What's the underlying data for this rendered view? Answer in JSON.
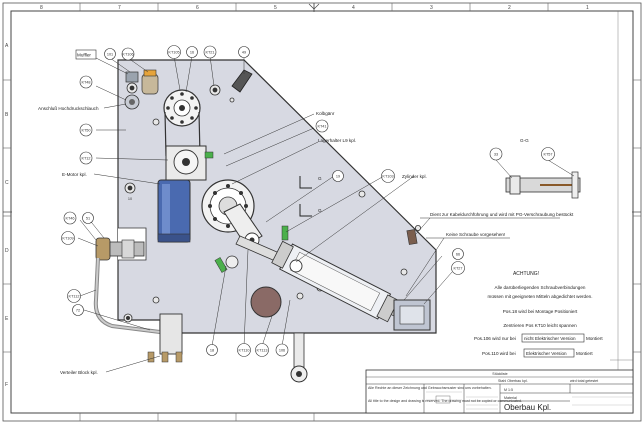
{
  "drawing": {
    "grid_columns": [
      "8",
      "7",
      "6",
      "5",
      "4",
      "3",
      "2",
      "1"
    ],
    "grid_rows": [
      "A",
      "B",
      "C",
      "D",
      "E",
      "F"
    ],
    "callouts": {
      "muffler": "Muffler",
      "c101": "101",
      "kt106": "KT106",
      "kt105": "KT105",
      "c16": "16",
      "kt21": "KT21",
      "c49": "49",
      "kt48": "KT48",
      "anschluss": "Anschluß Hochdruckschlauch",
      "kt50": "KT50",
      "kt12": "KT12",
      "kolbe": "Kolbgänr",
      "kt41": "KT41",
      "lagerhalter": "Lagerhalter L9 kpl.",
      "emotor": "E-Motor kpl.",
      "c10": "10",
      "c19": "19",
      "kt103": "KT103",
      "zylinder": "Zylinder kpl.",
      "kt46": "KT46",
      "c51": "51",
      "kt109": "KT109",
      "kt112": "KT112",
      "c72": "72",
      "verteiler": "Verteiler Block kpl.",
      "c18b": "18",
      "kt110": "KT110",
      "kt113": "KT113",
      "c106": "106",
      "c66": "66",
      "kt27": "KT27",
      "gg_left": "G",
      "gg_right": "G",
      "dient": "Dient zur Kabeldurchführung und wird mit PG-Verschraubung bestückt",
      "keine": "Keine Schraube vorgesehen!"
    },
    "section": {
      "title": "G-G",
      "c33": "33",
      "kt57": "KT57"
    },
    "notice": {
      "title": "ACHTUNG!",
      "line1": "Alle darüberliegenden Schraubverbindungen",
      "line2": "müssen mit geeigneten Mitteln abgedichtet werden.",
      "line3": "Pos.18 wird bei Montage Positioniert",
      "line4": "Zentrieren Pos KT10 leicht spannen",
      "line5_pre": "Pos.106 wird nur bei",
      "line5_box": "nicht Elektrischer Version",
      "line5_post": "Montiert",
      "line6_pre": "Pos.110 wird bei",
      "line6_box": "Elektrischer Version",
      "line6_post": "Montiert"
    }
  },
  "title_block": {
    "stueckliste": "Stückliste",
    "baugruppe": "Stahl Oberbau kpl.",
    "status": "wird total getestet",
    "massstab": "M 1:5",
    "material_label": "Material",
    "name": "Oberbau Kpl.",
    "note_de": "Alle Rechte an dieser Zeichnung und Gebrauchsmuster sind uns vorbehalten.",
    "note_en": "All title to the design and drawing is reserved. The drawing must not be copied or communicated."
  }
}
